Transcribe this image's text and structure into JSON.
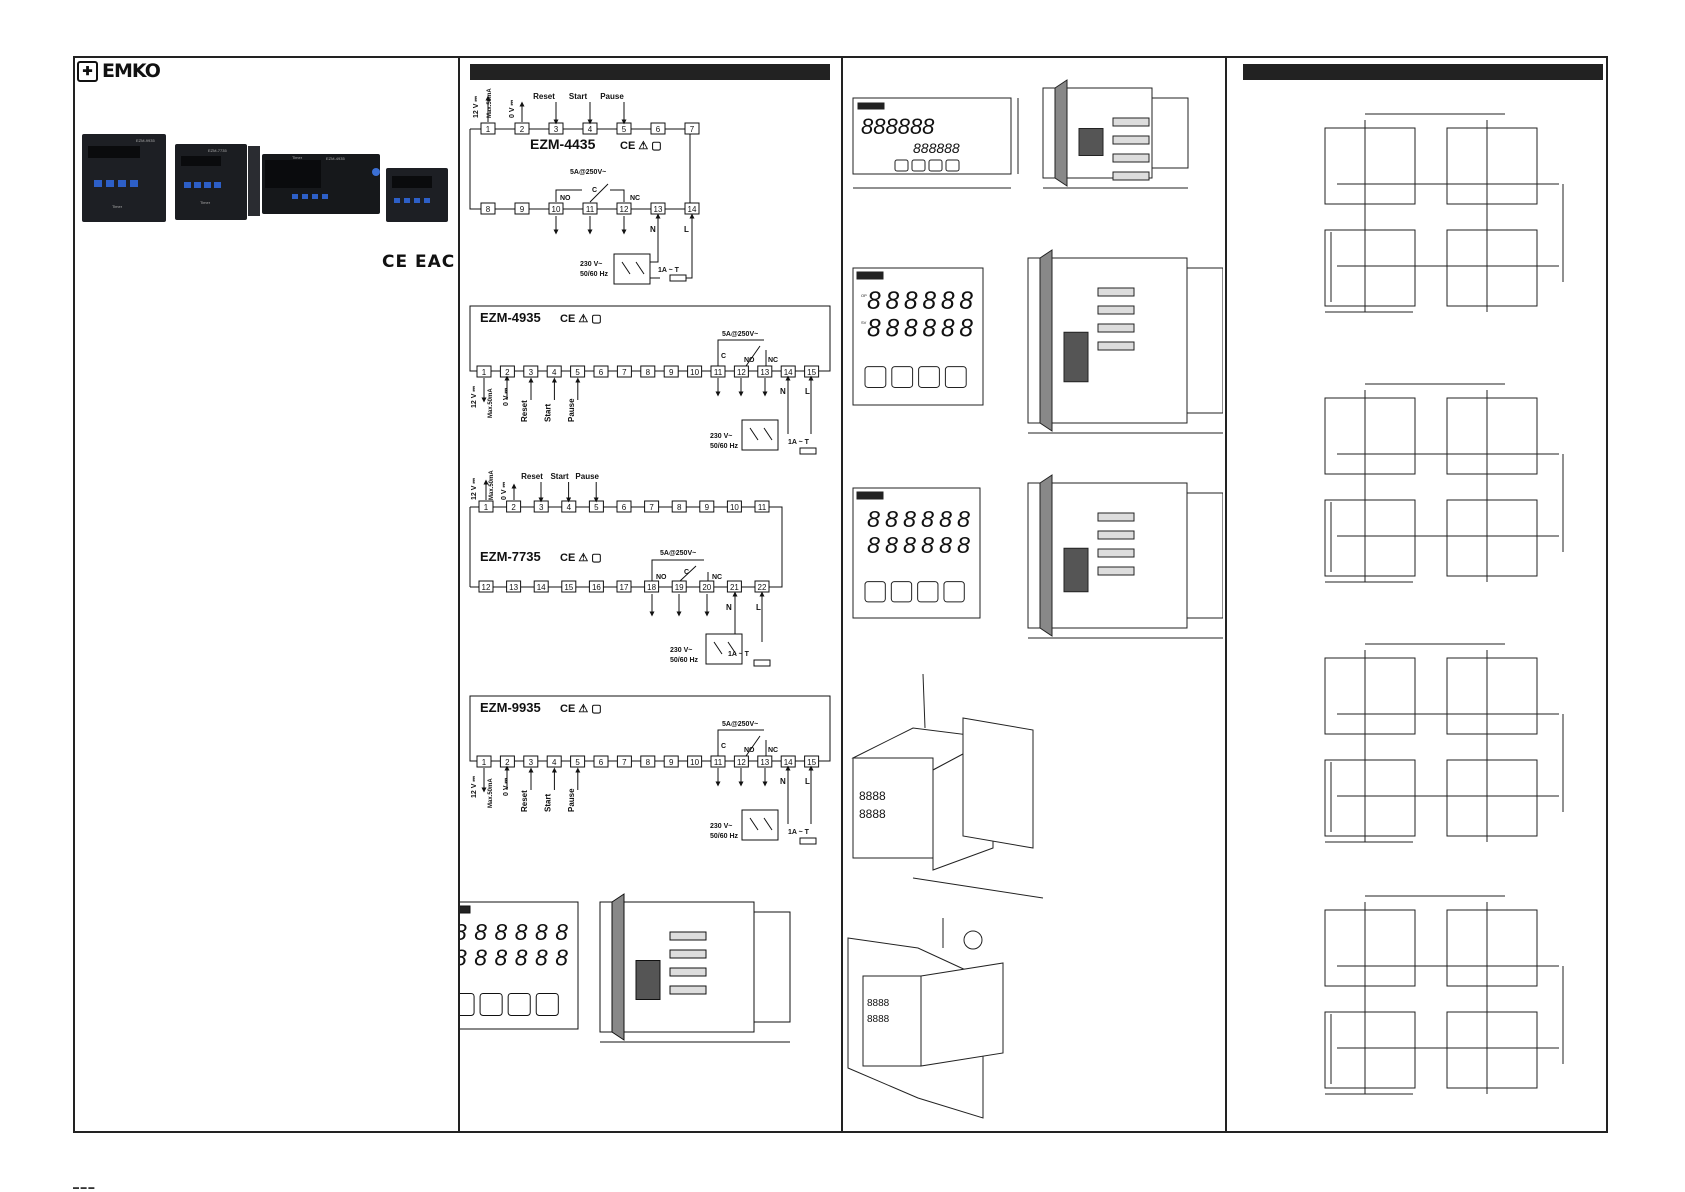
{
  "brand": {
    "name": "EMKO",
    "certifications": "CE EAC"
  },
  "product_photos": [
    {
      "model": "EZM-9935",
      "label": "Timer"
    },
    {
      "model": "EZM-7735",
      "label": "Timer"
    },
    {
      "model": "EZM-4935",
      "label": "Timer"
    },
    {
      "model": "EZM-4435",
      "label": ""
    }
  ],
  "wiring": {
    "ezm4435": {
      "model": "EZM-4435",
      "terminals_top": [
        "1",
        "2",
        "3",
        "4",
        "5",
        "6",
        "7"
      ],
      "terminals_bottom": [
        "8",
        "9",
        "10",
        "11",
        "12",
        "13",
        "14"
      ],
      "supply_12v": "12 V ⎓",
      "max_current": "Max.50mA",
      "zero_v": "0 V ⎓",
      "inputs": [
        "Reset",
        "Start",
        "Pause"
      ],
      "relay_rating": "5A@250V~",
      "relay_contacts": [
        "NO",
        "C",
        "NC"
      ],
      "line": [
        "N",
        "L"
      ],
      "supply": [
        "230 V~",
        "50/60 Hz"
      ],
      "fuse": "1A ~ T"
    },
    "ezm4935": {
      "model": "EZM-4935",
      "terminals": [
        "1",
        "2",
        "3",
        "4",
        "5",
        "6",
        "7",
        "8",
        "9",
        "10",
        "11",
        "12",
        "13",
        "14",
        "15"
      ],
      "supply_12v": "12 V ⎓",
      "max_current": "Max.50mA",
      "zero_v": "0 V ⎓",
      "inputs": [
        "Reset",
        "Start",
        "Pause"
      ],
      "relay_rating": "5A@250V~",
      "relay_contacts": [
        "C",
        "NO",
        "NC"
      ],
      "line": [
        "N",
        "L"
      ],
      "supply": [
        "230 V~",
        "50/60 Hz"
      ],
      "fuse": "1A ~ T"
    },
    "ezm7735": {
      "model": "EZM-7735",
      "terminals_top": [
        "1",
        "2",
        "3",
        "4",
        "5",
        "6",
        "7",
        "8",
        "9",
        "10",
        "11"
      ],
      "terminals_bottom": [
        "12",
        "13",
        "14",
        "15",
        "16",
        "17",
        "18",
        "19",
        "20",
        "21",
        "22"
      ],
      "supply_12v": "12 V ⎓",
      "max_current": "Max.50mA",
      "zero_v": "0 V ⎓",
      "inputs": [
        "Reset",
        "Start",
        "Pause"
      ],
      "relay_rating": "5A@250V~",
      "relay_contacts": [
        "NO",
        "C",
        "NC"
      ],
      "line": [
        "N",
        "L"
      ],
      "supply": [
        "230 V~",
        "50/60 Hz"
      ],
      "fuse": "1A ~ T"
    },
    "ezm9935": {
      "model": "EZM-9935",
      "terminals": [
        "1",
        "2",
        "3",
        "4",
        "5",
        "6",
        "7",
        "8",
        "9",
        "10",
        "11",
        "12",
        "13",
        "14",
        "15"
      ],
      "supply_12v": "12 V ⎓",
      "max_current": "Max.50mA",
      "zero_v": "0 V ⎓",
      "inputs": [
        "Reset",
        "Start",
        "Pause"
      ],
      "relay_rating": "5A@250V~",
      "relay_contacts": [
        "C",
        "NO",
        "NC"
      ],
      "line": [
        "N",
        "L"
      ],
      "supply": [
        "230 V~",
        "50/60 Hz"
      ],
      "fuse": "1A ~ T"
    }
  },
  "displays": {
    "digits": "888888",
    "op_label": "OP",
    "sv_label": "SV"
  },
  "colors": {
    "ink": "#222222",
    "paper": "#ffffff",
    "lcd": "#f4f4f4"
  }
}
